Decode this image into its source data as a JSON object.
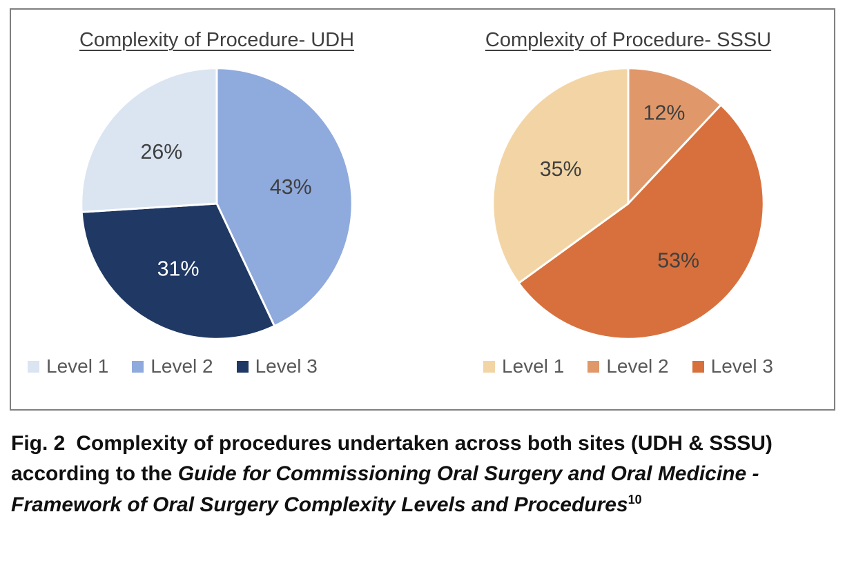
{
  "figure": {
    "caption": {
      "fig_label": "Fig. 2",
      "text_regular": "Complexity of procedures undertaken across both sites (UDH & SSSU) according to the ",
      "text_italic": "Guide for Commissioning Oral Surgery and Oral Medicine - Framework of Oral Surgery Complexity Levels and Procedures",
      "superscript": "10"
    }
  },
  "chart_data": [
    {
      "type": "pie",
      "title": "Complexity of Procedure- UDH",
      "categories": [
        "Level 1",
        "Level 2",
        "Level 3"
      ],
      "values": [
        26,
        43,
        31
      ],
      "start_angle_deg": 0,
      "direction": "clockwise",
      "legend_position": "bottom",
      "slices_draw_order": [
        {
          "label": "Level 2",
          "value": 43,
          "color": "#8faadc",
          "label_color": "#404040"
        },
        {
          "label": "Level 3",
          "value": 31,
          "color": "#1f3864",
          "label_color": "#ffffff"
        },
        {
          "label": "Level 1",
          "value": 26,
          "color": "#dbe5f1",
          "label_color": "#404040"
        }
      ],
      "legend": [
        {
          "label": "Level 1",
          "color": "#dbe5f1"
        },
        {
          "label": "Level 2",
          "color": "#8faadc"
        },
        {
          "label": "Level 3",
          "color": "#1f3864"
        }
      ]
    },
    {
      "type": "pie",
      "title": "Complexity of Procedure- SSSU",
      "categories": [
        "Level 1",
        "Level 2",
        "Level 3"
      ],
      "values": [
        35,
        12,
        53
      ],
      "start_angle_deg": 0,
      "direction": "clockwise",
      "legend_position": "bottom",
      "slices_draw_order": [
        {
          "label": "Level 2",
          "value": 12,
          "color": "#e0986a",
          "label_color": "#404040"
        },
        {
          "label": "Level 3",
          "value": 53,
          "color": "#d8703d",
          "label_color": "#404040"
        },
        {
          "label": "Level 1",
          "value": 35,
          "color": "#f3d5a5",
          "label_color": "#404040"
        }
      ],
      "legend": [
        {
          "label": "Level 1",
          "color": "#f3d5a5"
        },
        {
          "label": "Level 2",
          "color": "#e0986a"
        },
        {
          "label": "Level 3",
          "color": "#d8703d"
        }
      ]
    }
  ]
}
